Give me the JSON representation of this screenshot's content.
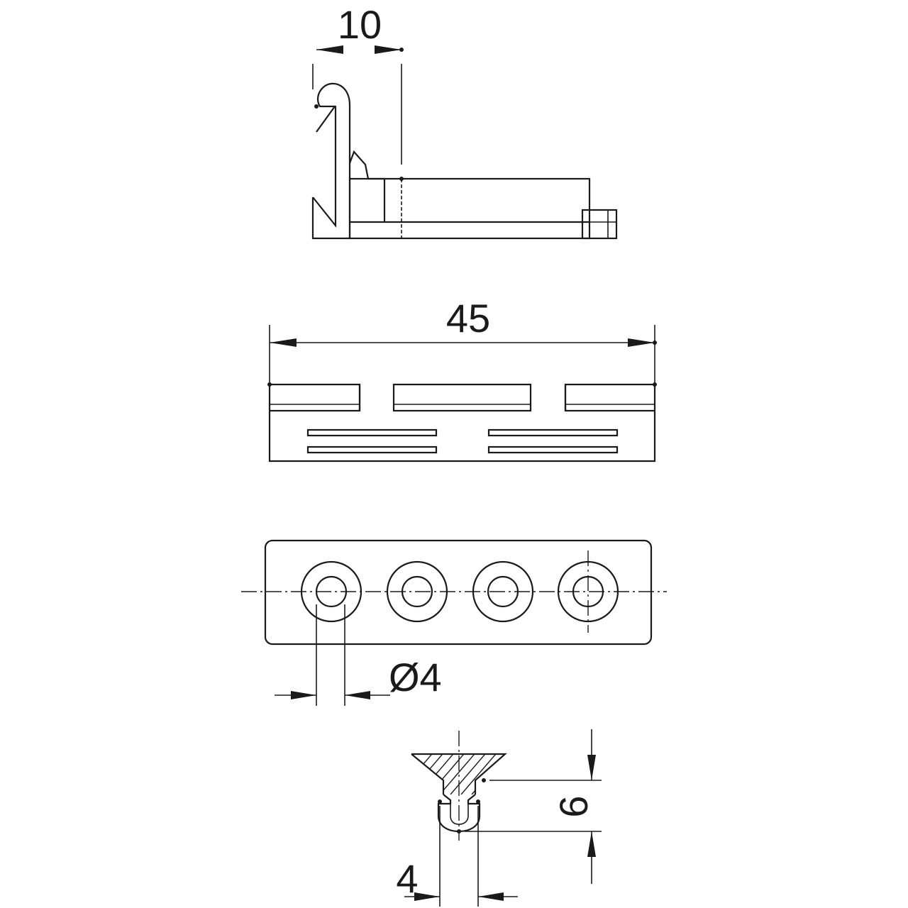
{
  "views": {
    "side": {
      "dimension": "10"
    },
    "front": {
      "dimension": "45"
    },
    "top": {
      "dimension": "Ø4",
      "hole_count": 4
    },
    "section": {
      "dimension_height": "6",
      "dimension_width": "4"
    }
  },
  "colors": {
    "line": "#1a1a1a",
    "background": "#ffffff"
  }
}
